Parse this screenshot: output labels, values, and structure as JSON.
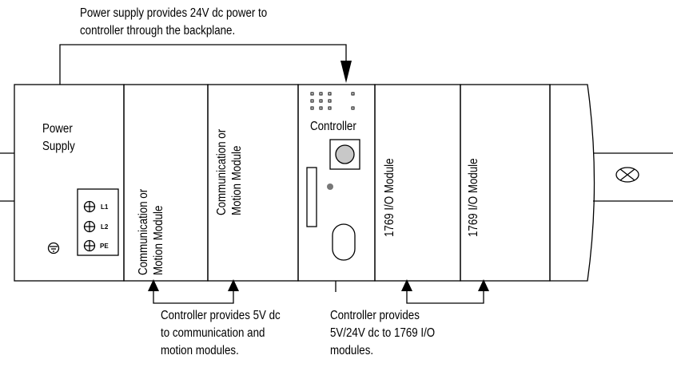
{
  "annotations": {
    "top": [
      "Power supply provides 24V dc power to",
      "controller through the backplane."
    ],
    "bottom_left": [
      "Controller provides 5V dc",
      "to communication and",
      "motion modules."
    ],
    "bottom_right": [
      "Controller provides",
      "5V/24V dc to 1769 I/O",
      "modules."
    ]
  },
  "modules": {
    "power_supply": [
      "Power",
      "Supply"
    ],
    "comm_module_1": [
      "Communication or",
      "Motion Module"
    ],
    "comm_module_2": [
      "Communication or",
      "Motion Module"
    ],
    "controller": "Controller",
    "io_module_1": "1769 I/O Module",
    "io_module_2": "1769 I/O Module"
  },
  "terminals": {
    "l1": "L1",
    "l2": "L2",
    "pe": "PE"
  }
}
